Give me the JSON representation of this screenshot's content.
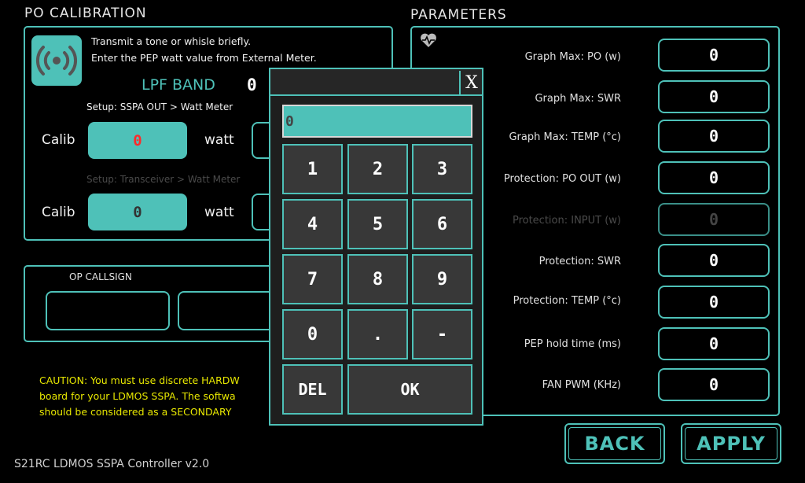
{
  "po_calibration": {
    "title": "PO CALIBRATION",
    "instruction_line1": "Transmit a  tone or whisle briefly.",
    "instruction_line2": "Enter the PEP watt value from External Meter.",
    "lpf_band_label": "LPF BAND",
    "lpf_band_value": "0",
    "setup_out": "Setup: SSPA OUT > Watt Meter",
    "setup_trx": "Setup: Transceiver > Watt Meter",
    "calib_label": "Calib",
    "calib1_value": "0",
    "calib2_value": "0",
    "watt_label": "watt",
    "icon": "broadcast-icon"
  },
  "op_callsign": {
    "title": "OP CALLSIGN"
  },
  "caution": {
    "line1": "CAUTION: You must use discrete HARDW",
    "line2": "board for your LDMOS SSPA. The softwa",
    "line3": "should be considered as a SECONDARY "
  },
  "footer": {
    "version": "S21RC LDMOS SSPA Controller v2.0"
  },
  "parameters": {
    "title": "PARAMETERS",
    "icon": "heart-pulse-icon",
    "rows": [
      {
        "label": "Graph Max: PO (w)",
        "value": "0",
        "enabled": true
      },
      {
        "label": "Graph Max: SWR",
        "value": "0",
        "enabled": true
      },
      {
        "label": "Graph Max: TEMP (°c)",
        "value": "0",
        "enabled": true
      },
      {
        "label": "Protection: PO OUT (w)",
        "value": "0",
        "enabled": true
      },
      {
        "label": "Protection: INPUT  (w)",
        "value": "0",
        "enabled": false
      },
      {
        "label": "Protection: SWR",
        "value": "0",
        "enabled": true
      },
      {
        "label": "Protection: TEMP (°c)",
        "value": "0",
        "enabled": true
      },
      {
        "label": "PEP hold time (ms)",
        "value": "0",
        "enabled": true
      },
      {
        "label": "FAN PWM (KHz)",
        "value": "0",
        "enabled": true
      }
    ]
  },
  "buttons": {
    "back": "BACK",
    "apply": "APPLY"
  },
  "keypad": {
    "close": "X",
    "display": "0",
    "keys": [
      "1",
      "2",
      "3",
      "4",
      "5",
      "6",
      "7",
      "8",
      "9",
      "0",
      ".",
      "-"
    ],
    "del": "DEL",
    "ok": "OK"
  },
  "colors": {
    "accent": "#4ec1b8",
    "warning_text": "#e8e800",
    "alert_value": "#ff2a2a"
  }
}
